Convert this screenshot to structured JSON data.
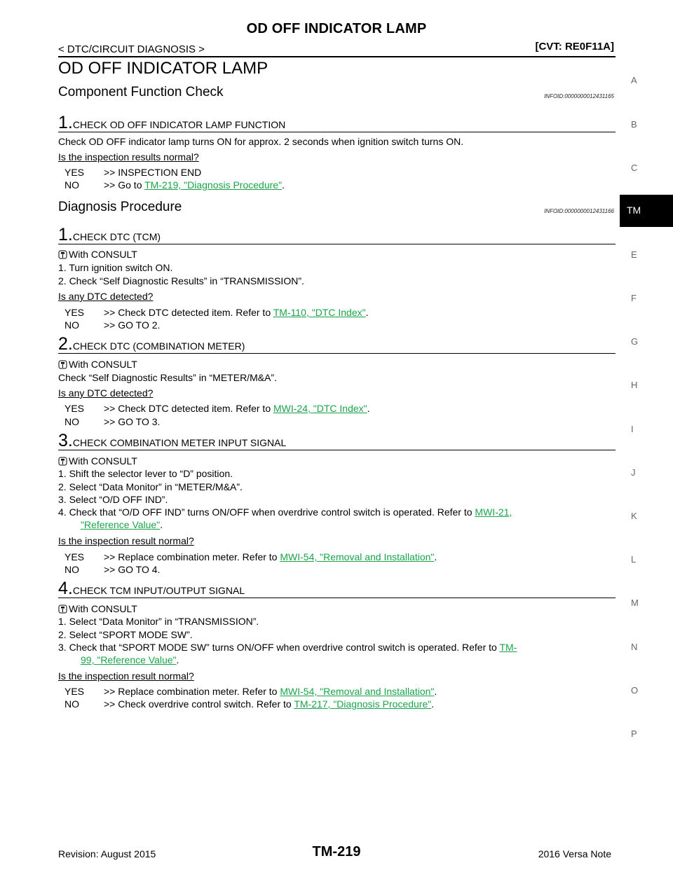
{
  "header": {
    "title": "OD OFF INDICATOR LAMP",
    "breadcrumb": "< DTC/CIRCUIT DIAGNOSIS >",
    "code": "[CVT: RE0F11A]"
  },
  "main_title": "OD OFF INDICATOR LAMP",
  "component_check": {
    "title": "Component Function Check",
    "info_id": "INFOID:0000000012431165",
    "step1": {
      "num": "1.",
      "title": "CHECK OD OFF INDICATOR LAMP FUNCTION",
      "body": "Check OD OFF indicator lamp turns ON for approx. 2 seconds when ignition switch turns ON.",
      "question": "Is the inspection results normal?",
      "yes_key": "YES",
      "yes_text": ">> INSPECTION END",
      "no_key": "NO",
      "no_pre": ">> Go to ",
      "no_link": "TM-219, \"Diagnosis Procedure\"",
      "no_post": "."
    }
  },
  "diagnosis": {
    "title": "Diagnosis Procedure",
    "info_id": "INFOID:0000000012431166",
    "step1": {
      "num": "1.",
      "title": "CHECK DTC (TCM)",
      "consult": "With CONSULT",
      "items": [
        "1.  Turn ignition switch ON.",
        "2.  Check “Self Diagnostic Results” in “TRANSMISSION”."
      ],
      "question": "Is any DTC detected?",
      "yes_key": "YES",
      "yes_pre": ">> Check DTC detected item. Refer to ",
      "yes_link": "TM-110, \"DTC Index\"",
      "yes_post": ".",
      "no_key": "NO",
      "no_text": ">> GO TO 2."
    },
    "step2": {
      "num": "2.",
      "title": "CHECK DTC (COMBINATION METER)",
      "consult": "With CONSULT",
      "body": "Check “Self Diagnostic Results” in “METER/M&A”.",
      "question": "Is any DTC detected?",
      "yes_key": "YES",
      "yes_pre": ">> Check DTC detected item. Refer to ",
      "yes_link": "MWI-24, \"DTC Index\"",
      "yes_post": ".",
      "no_key": "NO",
      "no_text": ">> GO TO 3."
    },
    "step3": {
      "num": "3.",
      "title": "CHECK COMBINATION METER INPUT SIGNAL",
      "consult": "With CONSULT",
      "items": [
        "1.  Shift the selector lever to “D” position.",
        "2.  Select “Data Monitor” in “METER/M&A”.",
        "3.  Select “O/D OFF IND”."
      ],
      "item4": "4.  Check that “O/D OFF IND” turns ON/OFF when overdrive control switch is operated. Refer to ",
      "item4_link1": "MWI-21,",
      "item4_link2": "\"Reference Value\"",
      "item4_post": ".",
      "question": "Is the inspection result normal?",
      "yes_key": "YES",
      "yes_pre": ">> Replace combination meter. Refer to ",
      "yes_link": "MWI-54, \"Removal and Installation\"",
      "yes_post": ".",
      "no_key": "NO",
      "no_text": ">> GO TO 4."
    },
    "step4": {
      "num": "4.",
      "title": "CHECK TCM INPUT/OUTPUT SIGNAL",
      "consult": "With CONSULT",
      "items": [
        "1.  Select “Data Monitor” in “TRANSMISSION”.",
        "2.  Select “SPORT MODE SW”."
      ],
      "item3": "3.  Check that “SPORT MODE SW” turns ON/OFF when overdrive control switch is operated. Refer to ",
      "item3_link1": "TM-",
      "item3_link2": "99, \"Reference Value\"",
      "item3_post": ".",
      "question": "Is the inspection result normal?",
      "yes_key": "YES",
      "yes_pre": ">> Replace combination meter. Refer to ",
      "yes_link": "MWI-54, \"Removal and Installation\"",
      "yes_post": ".",
      "no_key": "NO",
      "no_pre": ">> Check overdrive control switch. Refer to ",
      "no_link": "TM-217, \"Diagnosis Procedure\"",
      "no_post": "."
    }
  },
  "side_index": {
    "letters": [
      "A",
      "B",
      "C",
      "E",
      "F",
      "G",
      "H",
      "I",
      "J",
      "K",
      "L",
      "M",
      "N",
      "O",
      "P"
    ],
    "active_tab": "TM"
  },
  "footer": {
    "revision": "Revision: August 2015",
    "page": "TM-219",
    "model": "2016 Versa Note"
  },
  "colors": {
    "link": "#1aa34a",
    "tab_bg": "#000000"
  }
}
